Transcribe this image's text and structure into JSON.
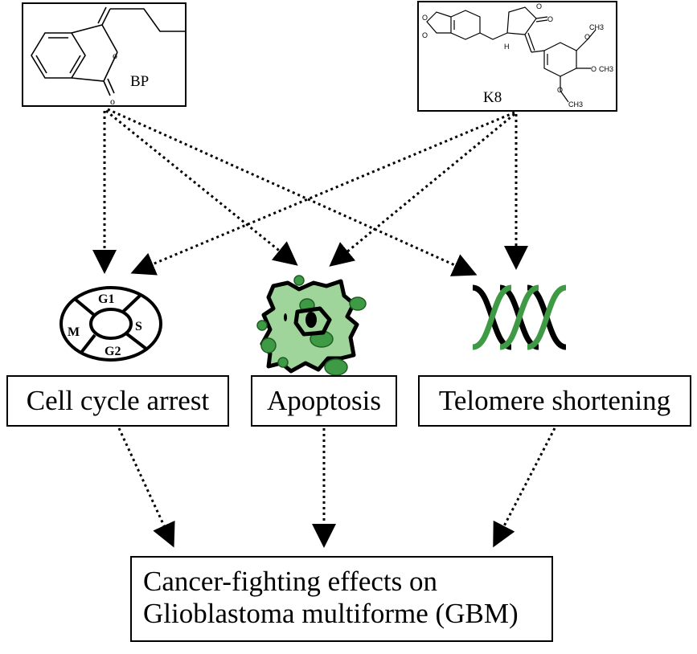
{
  "compounds": {
    "bp": {
      "label": "BP"
    },
    "k8": {
      "label": "K8",
      "substituent": "CH3",
      "stereo_h": "H"
    }
  },
  "effects": {
    "cell_cycle": {
      "label": "Cell cycle arrest",
      "phases": {
        "g1": "G1",
        "s": "S",
        "g2": "G2",
        "m": "M"
      }
    },
    "apoptosis": {
      "label": "Apoptosis"
    },
    "telomere": {
      "label": "Telomere shortening"
    }
  },
  "outcome": {
    "line1": "Cancer-fighting effects on",
    "line2": "Glioblastoma multiforme (GBM)"
  },
  "colors": {
    "green_dark": "#3f9a45",
    "green_light": "#8fcf8a",
    "line": "#000000"
  }
}
